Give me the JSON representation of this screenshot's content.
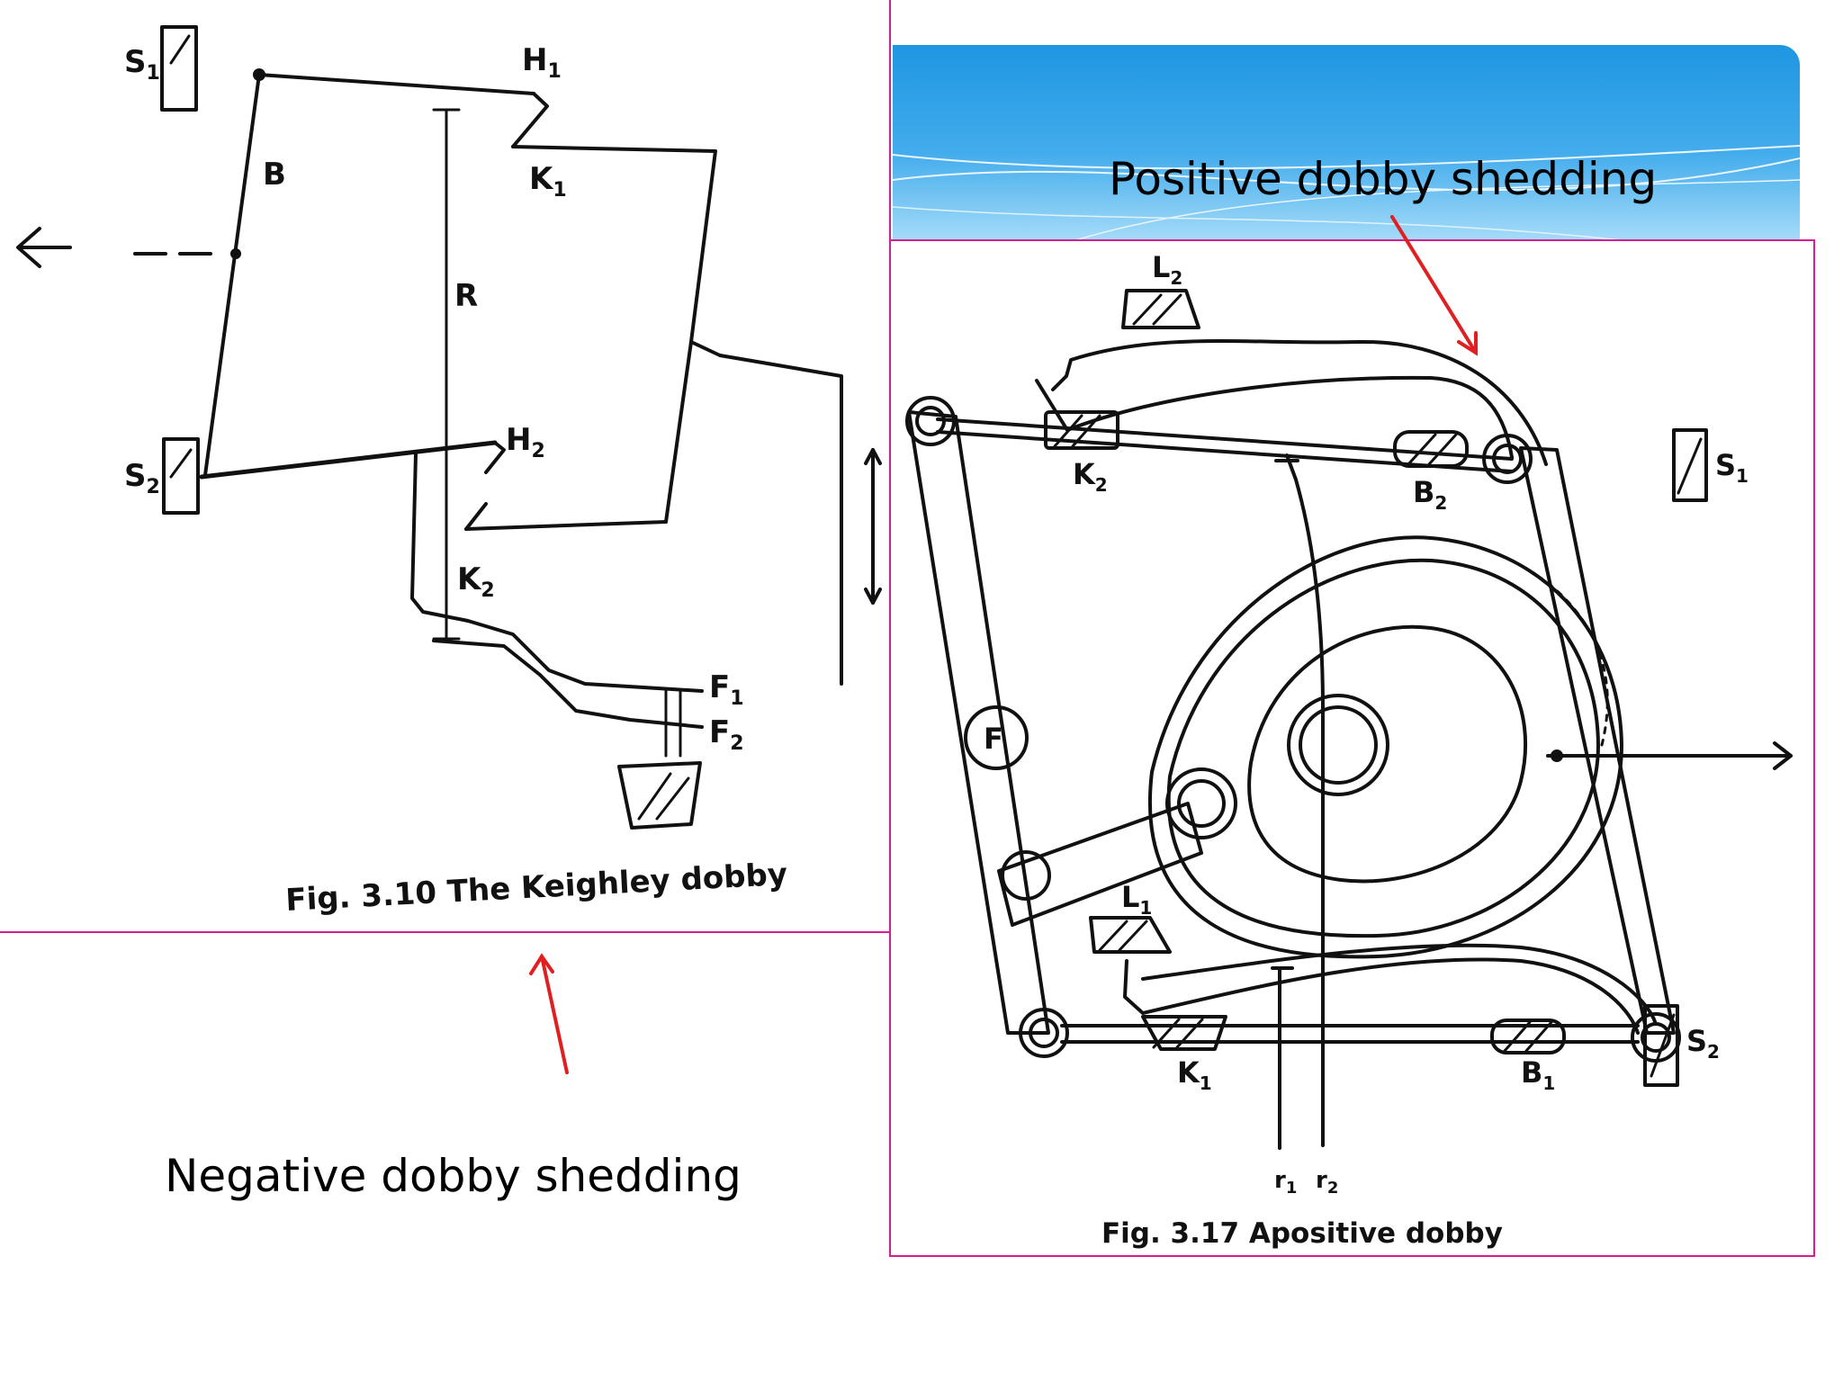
{
  "slide": {
    "positive_label": "Positive dobby shedding",
    "negative_label": "Negative dobby shedding"
  },
  "left_figure": {
    "caption": "Fig. 3.10  The Keighley dobby",
    "labels": [
      "S1",
      "H1",
      "B",
      "K1",
      "R",
      "S2",
      "H2",
      "K2",
      "F1",
      "F2"
    ]
  },
  "right_figure": {
    "caption": "Fig. 3.17  Apositive dobby",
    "labels": [
      "L2",
      "K2",
      "B2",
      "S1",
      "F",
      "L1",
      "K1",
      "B1",
      "S2",
      "r1",
      "r2"
    ]
  },
  "colors": {
    "frame_border": "#d81e8f",
    "arrow": "#e02020",
    "banner_top": "#1e96e2",
    "banner_bottom": "#9fd9f8"
  }
}
